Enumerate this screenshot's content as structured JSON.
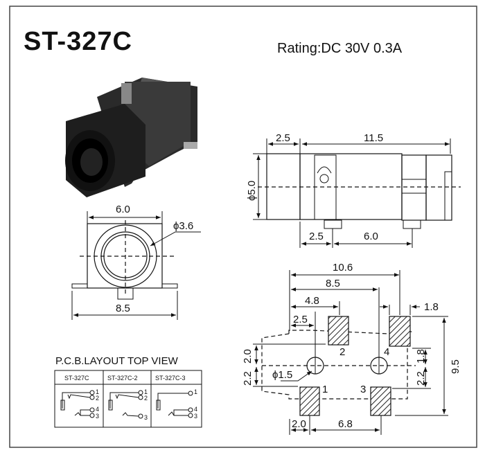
{
  "title": "ST-327C",
  "rating": "Rating:DC 30V 0.3A",
  "side_view": {
    "d_left": "2.5",
    "d_length": "11.5",
    "d_dia": "ϕ5.0",
    "d_pin1": "2.5",
    "d_pin2": "6.0"
  },
  "front_view": {
    "d_width": "6.0",
    "d_hole": "ϕ3.6",
    "d_base": "8.5"
  },
  "pcb_dims": {
    "d_10_6": "10.6",
    "d_8_5": "8.5",
    "d_4_8": "4.8",
    "d_2_5": "2.5",
    "d_1_8": "1.8",
    "d_9_5": "9.5",
    "d_2_0_bottom": "2.0",
    "d_6_8": "6.8",
    "d_hole": "ϕ1.5",
    "left_top": "2.0",
    "left_bottom": "2.2",
    "right_top": "1.8",
    "right_bottom": "2.2",
    "pad1": "1",
    "pad2": "2",
    "pad3": "3",
    "pad4": "4"
  },
  "pcb_layout": {
    "title": "P.C.B.LAYOUT TOP VIEW",
    "columns": [
      {
        "header": "ST-327C",
        "pins": [
          "1",
          "2",
          "4",
          "3"
        ]
      },
      {
        "header": "ST-327C-2",
        "pins": [
          "1",
          "2",
          "3"
        ]
      },
      {
        "header": "ST-327C-3",
        "pins": [
          "1",
          "4",
          "3"
        ]
      }
    ]
  }
}
